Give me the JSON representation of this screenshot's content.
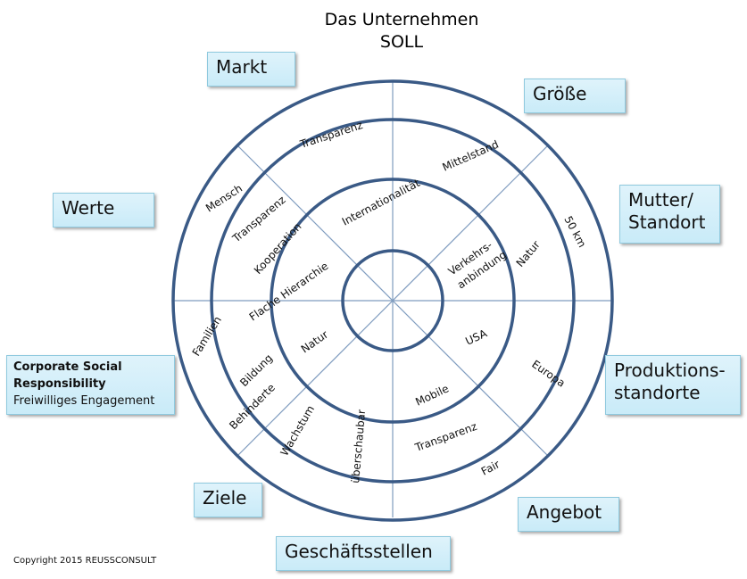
{
  "title": {
    "line1": "Das Unternehmen",
    "line2": "SOLL"
  },
  "categories": {
    "markt": "Markt",
    "groesse": "Größe",
    "werte": "Werte",
    "mutter_standort_line1": "Mutter/",
    "mutter_standort_line2": "Standort",
    "csr_line1": "Corporate Social",
    "csr_line2": "Responsibility",
    "csr_line3": "Freiwilliges Engagement",
    "produktion_line1": "Produktions-",
    "produktion_line2": "standorte",
    "ziele": "Ziele",
    "angebot": "Angebot",
    "geschaeftsstellen": "Geschäftsstellen"
  },
  "ring_labels": {
    "transparenz_outer": "Transparenz",
    "mittelstand": "Mittelstand",
    "mensch": "Mensch",
    "transparenz_mid": "Transparenz",
    "internationalitaet": "Internationalität",
    "km50": "50 km",
    "kooperation": "Kooperation",
    "verkehrs1": "Verkehrs-",
    "verkehrs2": "anbindung",
    "natur_right": "Natur",
    "flache_hierarchie": "Flache Hierarchie",
    "familien": "Familien",
    "usa": "USA",
    "natur_left": "Natur",
    "bildung": "Bildung",
    "europa": "Europa",
    "behinderte": "Behinderte",
    "mobile": "Mobile",
    "wachstum": "Wachstum",
    "ueberschaubar": "überschaubar",
    "transparenz_low": "Transparenz",
    "fair": "Fair"
  },
  "copyright": "Copyright 2015 REUSSCONSULT",
  "colors": {
    "ring": "#3a5a86",
    "line": "#7f9cbf",
    "box_fill": "#d3eef9",
    "box_border": "#8fc9de"
  }
}
